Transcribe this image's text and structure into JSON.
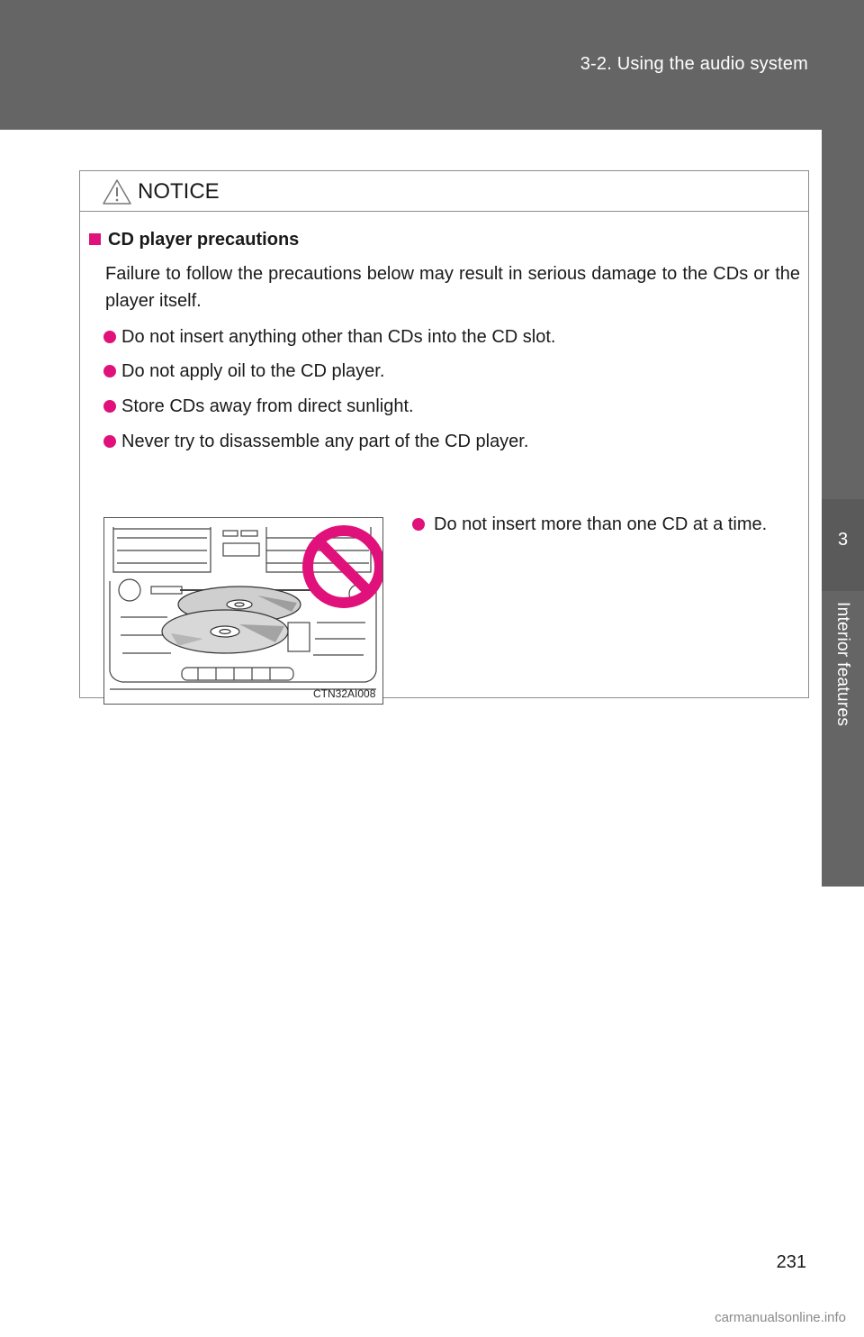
{
  "header": {
    "section_title": "3-2. Using the audio system"
  },
  "side_tab": {
    "chapter_number": "3",
    "chapter_label": "Interior features"
  },
  "notice": {
    "title": "NOTICE",
    "heading": "CD player precautions",
    "intro": "Failure to follow the precautions below may result in serious damage to the CDs or the player itself.",
    "bullets": [
      "Do not insert anything other than CDs into the CD slot.",
      "Do not apply oil to the CD player.",
      "Store CDs away from direct sunlight.",
      "Never try to disassemble any part of the CD player."
    ],
    "figure_bullet": "Do not insert more than one CD at a time.",
    "figure_code": "CTN32AI008"
  },
  "page_number": "231",
  "watermark": "carmanualsonline.info",
  "colors": {
    "header_gray": "#656565",
    "accent_magenta": "#e0117a"
  }
}
